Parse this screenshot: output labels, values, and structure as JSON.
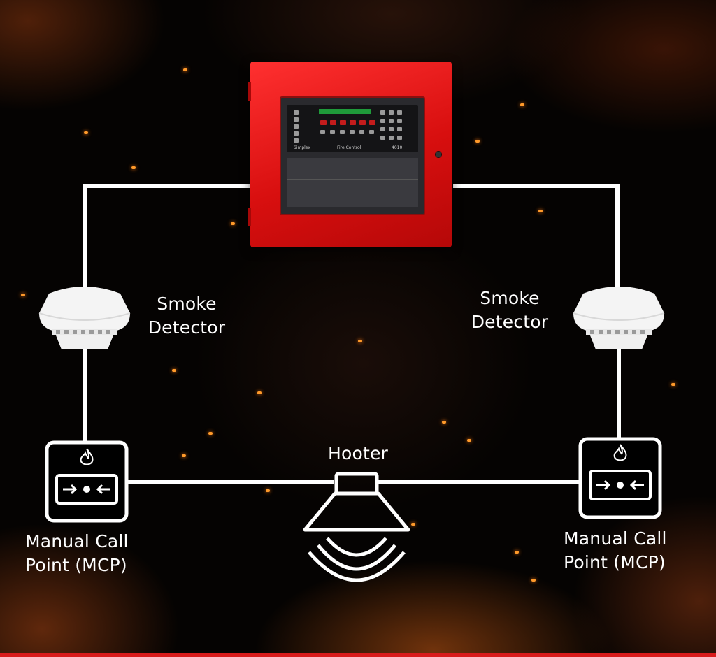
{
  "labels": {
    "smoke_left": [
      "Smoke",
      "Detector"
    ],
    "smoke_right": [
      "Smoke",
      "Detector"
    ],
    "hooter": "Hooter",
    "mcp_left": [
      "Manual Call",
      "Point (MCP)"
    ],
    "mcp_right": [
      "Manual Call",
      "Point (MCP)"
    ]
  },
  "panel": {
    "brand": "Simplex",
    "caption": "Fire Control",
    "model": "4010"
  },
  "icons": [
    "fire-alarm-control-panel-icon",
    "smoke-detector-icon",
    "manual-call-point-icon",
    "flame-icon",
    "hooter-icon"
  ],
  "colors": {
    "wire": "#ffffff",
    "panel_red": "#e01414",
    "accent_bar": "#d81c1c",
    "ember": "#ff9a2a"
  }
}
